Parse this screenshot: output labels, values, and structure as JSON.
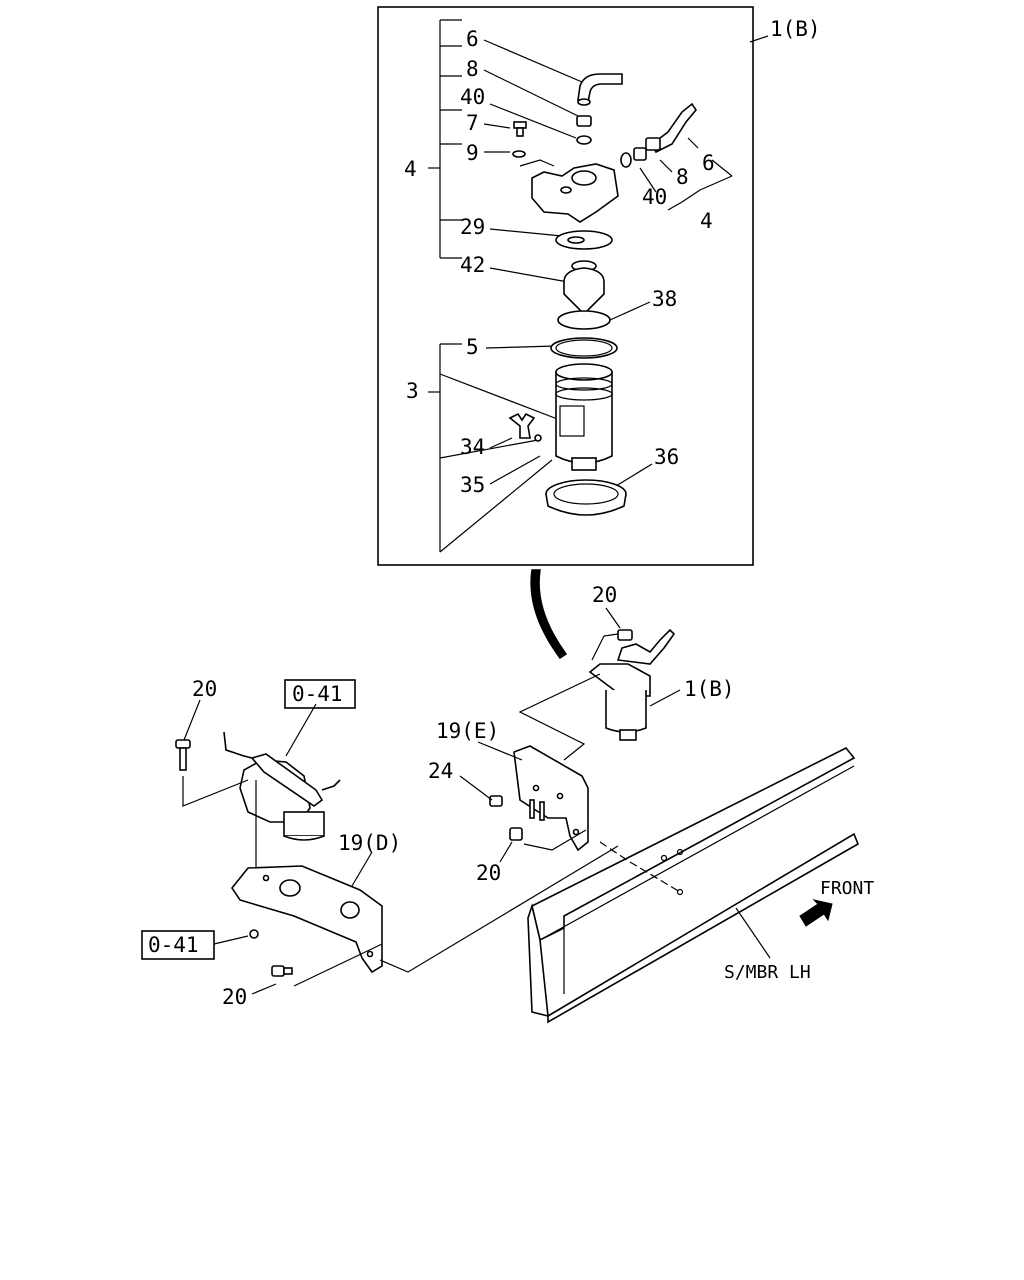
{
  "labels": {
    "l6a": "6",
    "l8a": "8",
    "l40a": "40",
    "l7": "7",
    "l9": "9",
    "l4a": "4",
    "l1b_top": "1(B)",
    "l6b": "6",
    "l8b": "8",
    "l40b": "40",
    "l4b": "4",
    "l29": "29",
    "l42": "42",
    "l38": "38",
    "l5": "5",
    "l3": "3",
    "l34": "34",
    "l35": "35",
    "l36": "36",
    "l20_a": "20",
    "l1b_mid": "1(B)",
    "l20_b": "20",
    "ref_a": "0-41",
    "l19e": "19(E)",
    "l24": "24",
    "l20_c": "20",
    "l19d": "19(D)",
    "ref_b": "0-41",
    "l20_d": "20",
    "front": "FRONT",
    "smbr": "S/MBR LH"
  }
}
